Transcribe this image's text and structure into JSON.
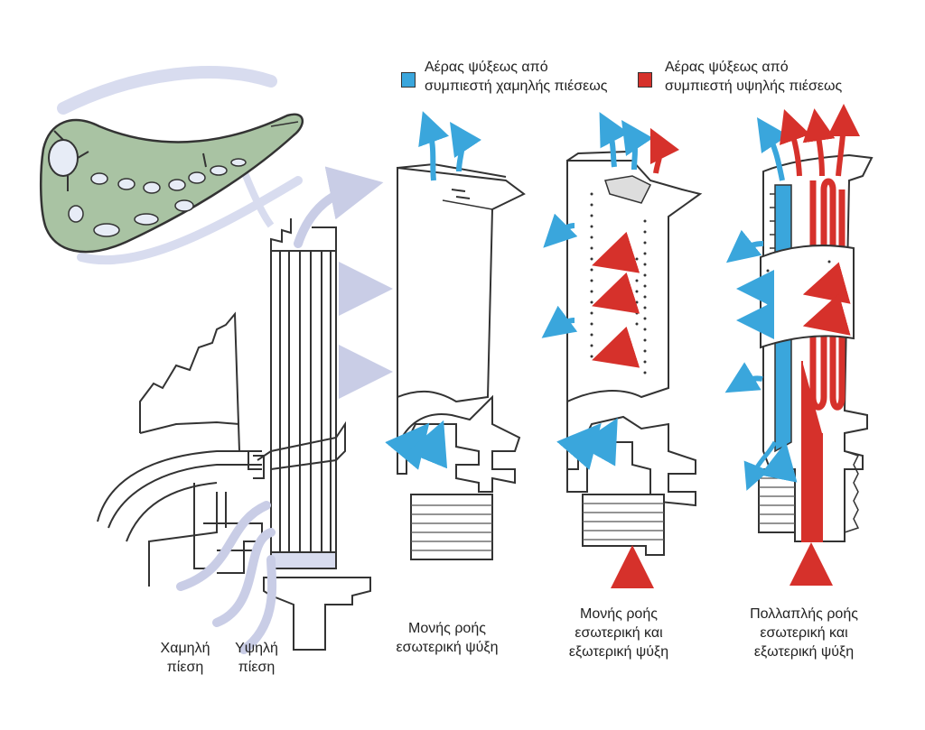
{
  "legend": {
    "low": {
      "line1": "Αέρας ψύξεως από",
      "line2": "συμπιεστή χαμηλής πιέσεως",
      "color": "#3aa6dc"
    },
    "high": {
      "line1": "Αέρας ψύξεως από",
      "line2": "συμπιεστή υψηλής πιέσεως",
      "color": "#d6312b"
    }
  },
  "labels": {
    "low_pressure": {
      "line1": "Χαμηλή",
      "line2": "πίεση"
    },
    "high_pressure": {
      "line1": "Υψηλή",
      "line2": "πίεση"
    },
    "single_internal": {
      "line1": "Μονής ροής",
      "line2": "εσωτερική ψύξη"
    },
    "single_int_ext": {
      "line1": "Μονής ροής",
      "line2": "εσωτερική και",
      "line3": "εξωτερική ψύξη"
    },
    "multi_int_ext": {
      "line1": "Πολλαπλής ροής",
      "line2": "εσωτερική και",
      "line3": "εξωτερική ψύξη"
    }
  },
  "colors": {
    "section_fill": "#a9c3a3",
    "outline": "#333333",
    "air_faint": "#c9cde6",
    "low_air": "#3aa6dc",
    "high_air": "#d6312b"
  }
}
